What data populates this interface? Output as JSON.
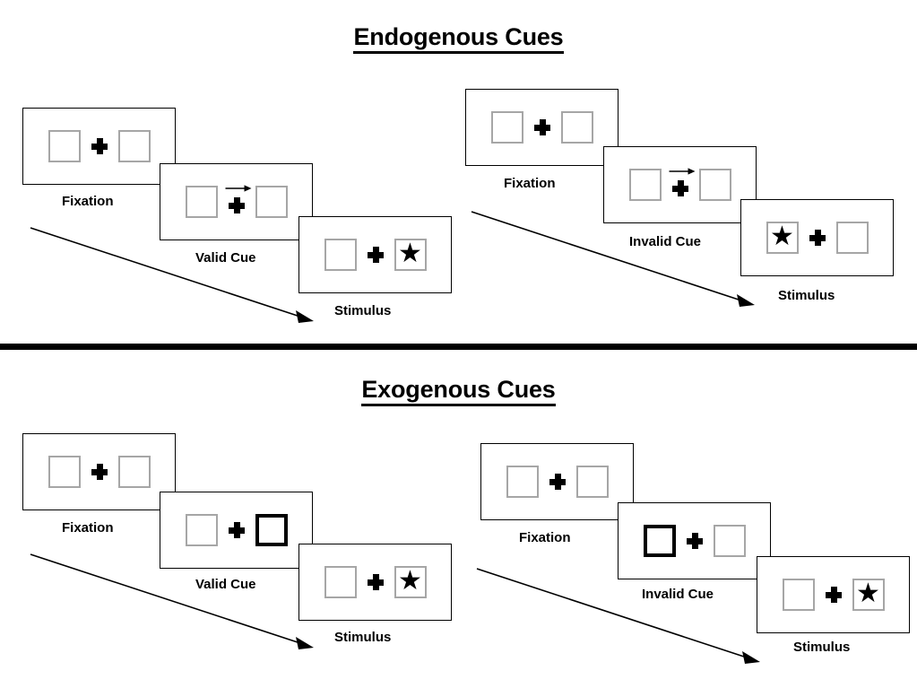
{
  "sections": [
    {
      "id": "endogenous",
      "title": "Endogenous Cues",
      "columns": [
        {
          "id": "valid",
          "frames": [
            {
              "caption": "Fixation",
              "left_box": "empty",
              "right_box": "empty",
              "cue": "none",
              "highlight": "none"
            },
            {
              "caption": "Valid Cue",
              "left_box": "empty",
              "right_box": "empty",
              "cue": "arrow-right",
              "highlight": "none"
            },
            {
              "caption": "Stimulus",
              "left_box": "empty",
              "right_box": "star",
              "cue": "none",
              "highlight": "none"
            }
          ]
        },
        {
          "id": "invalid",
          "frames": [
            {
              "caption": "Fixation",
              "left_box": "empty",
              "right_box": "empty",
              "cue": "none",
              "highlight": "none"
            },
            {
              "caption": "Invalid Cue",
              "left_box": "empty",
              "right_box": "empty",
              "cue": "arrow-right",
              "highlight": "none"
            },
            {
              "caption": "Stimulus",
              "left_box": "star",
              "right_box": "empty",
              "cue": "none",
              "highlight": "none"
            }
          ]
        }
      ]
    },
    {
      "id": "exogenous",
      "title": "Exogenous Cues",
      "columns": [
        {
          "id": "valid",
          "frames": [
            {
              "caption": "Fixation",
              "left_box": "empty",
              "right_box": "empty",
              "cue": "none",
              "highlight": "none"
            },
            {
              "caption": "Valid Cue",
              "left_box": "empty",
              "right_box": "empty",
              "cue": "none",
              "highlight": "right"
            },
            {
              "caption": "Stimulus",
              "left_box": "empty",
              "right_box": "star",
              "cue": "none",
              "highlight": "none"
            }
          ]
        },
        {
          "id": "invalid",
          "frames": [
            {
              "caption": "Fixation",
              "left_box": "empty",
              "right_box": "empty",
              "cue": "none",
              "highlight": "none"
            },
            {
              "caption": "Invalid Cue",
              "left_box": "empty",
              "right_box": "empty",
              "cue": "none",
              "highlight": "left"
            },
            {
              "caption": "Stimulus",
              "left_box": "empty",
              "right_box": "star",
              "cue": "none",
              "highlight": "none"
            }
          ]
        }
      ]
    }
  ],
  "glyphs": {
    "star": "★"
  },
  "colors": {
    "ink": "#000000",
    "box_outline": "#a6a6a6",
    "cued_box_outline": "#000000",
    "background": "#ffffff"
  }
}
